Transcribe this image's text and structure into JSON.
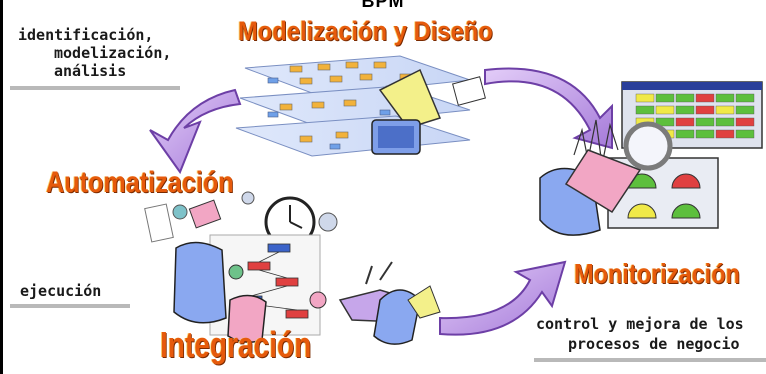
{
  "title": "BPM",
  "stages": {
    "modeling": "Modelización y Diseño",
    "automation": "Automatización",
    "integration": "Integración",
    "monitoring": "Monitorización"
  },
  "notes": {
    "design": [
      "identificación,",
      "modelización,",
      "análisis"
    ],
    "execution": "ejecución",
    "monitoring": [
      "control y mejora de los",
      "procesos de negocio"
    ]
  },
  "colors": {
    "stage_text": "#e65a0c",
    "arrow": "#c9a2ee",
    "screen": "#8aa8f0"
  }
}
